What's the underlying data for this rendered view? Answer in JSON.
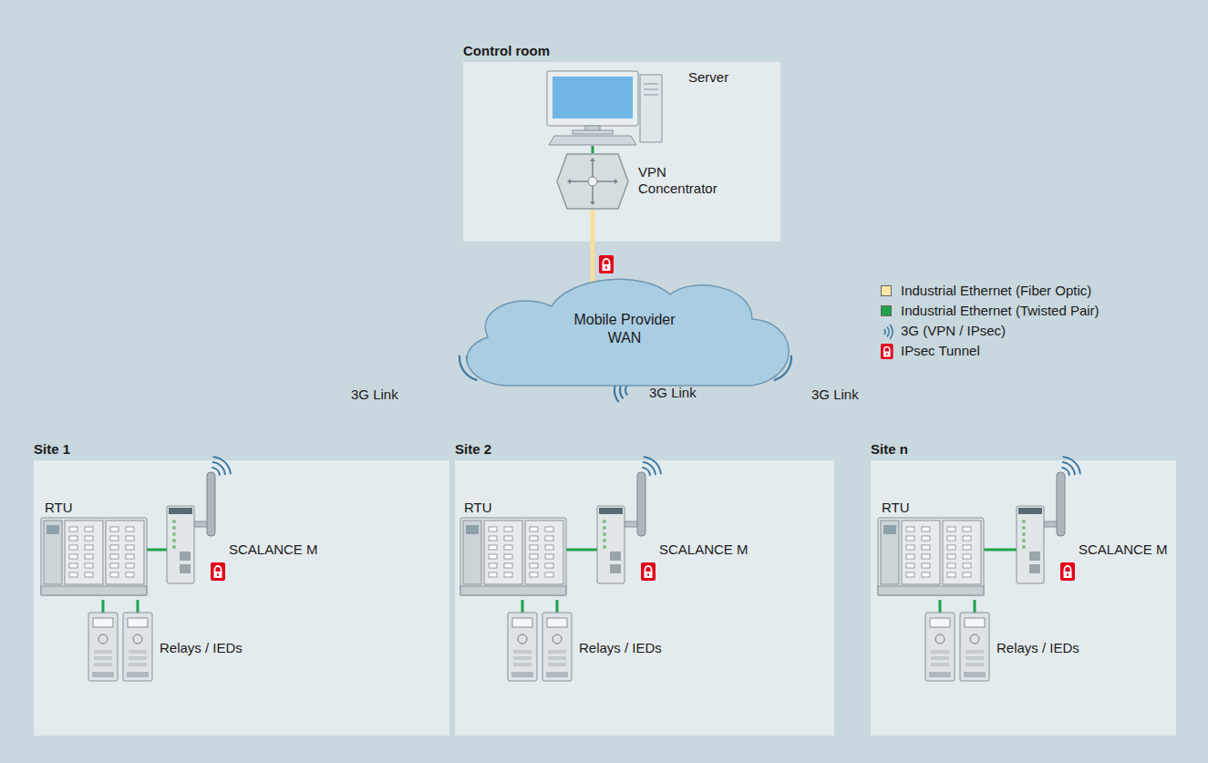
{
  "diagram": {
    "nodes": [
      {
        "text": [
          "Control room"
        ]
      },
      {
        "text": [
          "Server"
        ],
        "in": 0
      },
      {
        "text": [
          "VPN Concentrator"
        ],
        "in": 0
      },
      {
        "text": [
          "Mobile Provider WAN"
        ]
      },
      {
        "text": [
          "Site 1"
        ]
      },
      {
        "text": [
          "RTU"
        ],
        "in": 4
      },
      {
        "text": [
          "SCALANCE M"
        ],
        "in": 4
      },
      {
        "text": [
          "Relays / IEDs"
        ],
        "in": 4
      },
      {
        "text": [
          "Site 2"
        ]
      },
      {
        "text": [
          "RTU"
        ],
        "in": 8
      },
      {
        "text": [
          "SCALANCE M"
        ],
        "in": 8
      },
      {
        "text": [
          "Relays / IEDs"
        ],
        "in": 8
      },
      {
        "text": [
          "Site n"
        ]
      },
      {
        "text": [
          "RTU"
        ],
        "in": 12
      },
      {
        "text": [
          "SCALANCE M"
        ],
        "in": 12
      },
      {
        "text": [
          "Relays / IEDs"
        ],
        "in": 12
      }
    ],
    "edges": [
      {
        "from": 1,
        "to": 2,
        "arrow": "none"
      },
      {
        "from": 2,
        "to": 3,
        "arrow": "none"
      },
      {
        "from": 5,
        "to": 6,
        "arrow": "none"
      },
      {
        "from": 5,
        "to": 7,
        "arrow": "none"
      },
      {
        "from": 9,
        "to": 10,
        "arrow": "none"
      },
      {
        "from": 9,
        "to": 11,
        "arrow": "none"
      },
      {
        "from": 13,
        "to": 14,
        "arrow": "none"
      },
      {
        "from": 13,
        "to": 15,
        "arrow": "none"
      }
    ],
    "labels": [
      "3G Link",
      "3G Link",
      "3G Link"
    ],
    "legend": [
      {
        "text": "Industrial Ethernet (Fiber Optic)",
        "color": "#fbe7a6"
      },
      {
        "text": "Industrial Ethernet (Twisted Pair)",
        "color": "#1ea34b"
      },
      {
        "text": "3G (VPN / IPsec)"
      },
      {
        "text": "IPsec Tunnel"
      }
    ]
  }
}
